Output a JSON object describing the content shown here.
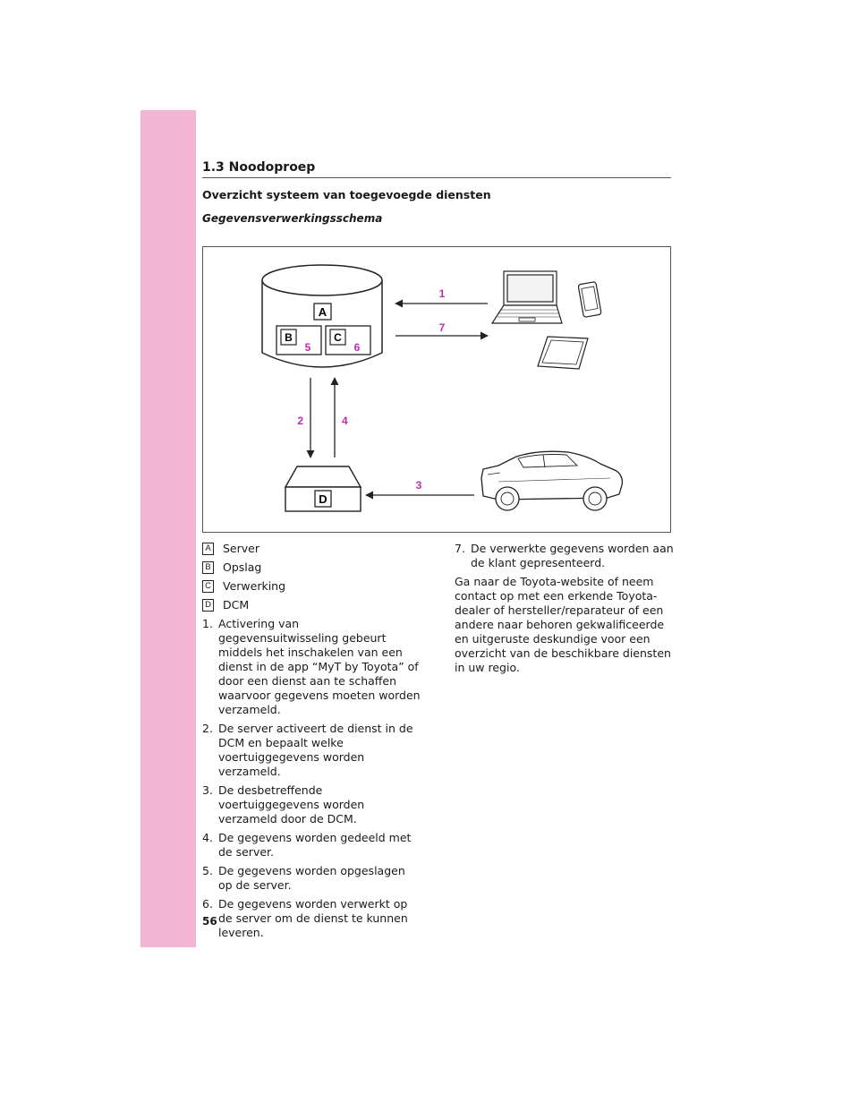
{
  "section_header": "1.3 Noodoproep",
  "subtitle": "Overzicht systeem van toegevoegde diensten",
  "caption": "Gegevensverwerkingsschema",
  "diagram": {
    "box_labels": [
      "A",
      "B",
      "C",
      "D"
    ],
    "step_labels": [
      "1",
      "7",
      "5",
      "6",
      "2",
      "4",
      "3"
    ],
    "label_color": "#c02bb5"
  },
  "legend": [
    {
      "letter": "A",
      "text": "Server"
    },
    {
      "letter": "B",
      "text": "Opslag"
    },
    {
      "letter": "C",
      "text": "Verwerking"
    },
    {
      "letter": "D",
      "text": "DCM"
    }
  ],
  "steps_left": [
    {
      "num": "1.",
      "text": "Activering van gegevensuitwisseling gebeurt middels het inschakelen van een dienst in de app “MyT by Toyota” of door een dienst aan te schaffen waarvoor gegevens moeten worden verzameld."
    },
    {
      "num": "2.",
      "text": "De server activeert de dienst in de DCM en bepaalt welke voertuiggegevens worden verzameld."
    },
    {
      "num": "3.",
      "text": "De desbetreffende voertuiggegevens worden verzameld door de DCM."
    },
    {
      "num": "4.",
      "text": "De gegevens worden gedeeld met de server."
    },
    {
      "num": "5.",
      "text": "De gegevens worden opgeslagen op de server."
    },
    {
      "num": "6.",
      "text": "De gegevens worden verwerkt op de server om de dienst te kunnen leveren."
    }
  ],
  "steps_right": [
    {
      "num": "7.",
      "text": "De verwerkte gegevens worden aan de klant gepresenteerd."
    }
  ],
  "paragraph": "Ga naar de Toyota-website of neem contact op met een erkende Toyota-dealer of hersteller/reparateur of een andere naar behoren gekwalificeerde en uitgeruste deskundige voor een overzicht van de beschikbare diensten in uw regio.",
  "page_number": "56"
}
